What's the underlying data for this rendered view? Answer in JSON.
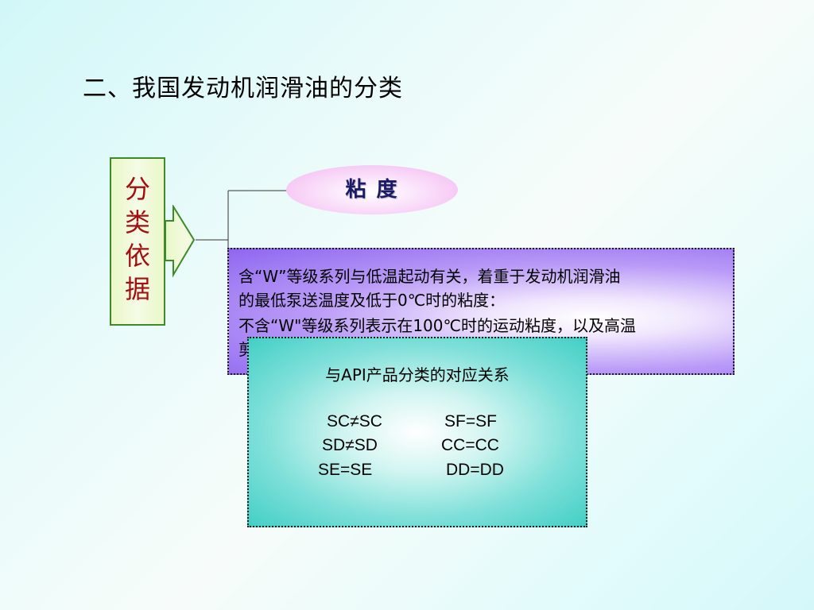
{
  "slide": {
    "title": "二、我国发动机润滑油的分类"
  },
  "basis": {
    "chars": [
      "分",
      "类",
      "依",
      "据"
    ]
  },
  "viscosity": {
    "label": "粘 度"
  },
  "description": {
    "lines": [
      "含“W”等级系列与低温起动有关，着重于发动机润滑油",
      "的最低泵送温度及低于0℃时的粘度：",
      "不含“W\"等级系列表示在100℃时的运动粘度，以及高温",
      "剪"
    ]
  },
  "api_mapping": {
    "title": "与API产品分类的对应关系",
    "rows": [
      {
        "left": "SC≠SC",
        "right": "SF=SF"
      },
      {
        "left": "SD≠SD",
        "right": "CC=CC"
      },
      {
        "left": "SE=SE",
        "right": "DD=DD"
      }
    ]
  },
  "colors": {
    "basis_text": "#a01010",
    "basis_border": "#3e8a2a",
    "viscosity_text": "#1a1a66",
    "desc_fill": "#8e66f0",
    "api_fill": "#43cfc6"
  }
}
